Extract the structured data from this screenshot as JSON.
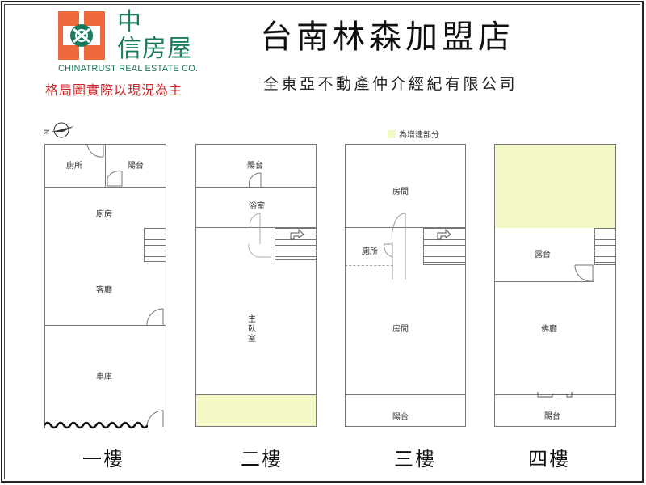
{
  "header": {
    "logo": {
      "brand_cn_line1": "中",
      "brand_cn_line2": "信房屋",
      "brand_en": "CHINATRUST REAL ESTATE CO.",
      "colors": {
        "orange": "#ee6a3c",
        "green": "#1a7a5e"
      }
    },
    "disclaimer": "格局圖實際以現況為主",
    "store_title": "台南林森加盟店",
    "company_name": "全東亞不動產仲介經紀有限公司"
  },
  "legend": {
    "label": "為增建部分",
    "swatch_color": "#f3f8c6"
  },
  "compass": {
    "icon": "north-arrow-icon",
    "label": "N"
  },
  "floors": [
    {
      "label": "一樓",
      "rooms": [
        "廁所",
        "陽台",
        "廚房",
        "客廳",
        "車庫"
      ]
    },
    {
      "label": "二樓",
      "rooms": [
        "陽台",
        "浴室",
        "主臥室"
      ],
      "master_bedroom_chars": [
        "主",
        "臥",
        "室"
      ]
    },
    {
      "label": "三樓",
      "rooms": [
        "房間",
        "廁所",
        "房間",
        "陽台"
      ]
    },
    {
      "label": "四樓",
      "rooms": [
        "露台",
        "佛廳",
        "陽台"
      ]
    }
  ]
}
